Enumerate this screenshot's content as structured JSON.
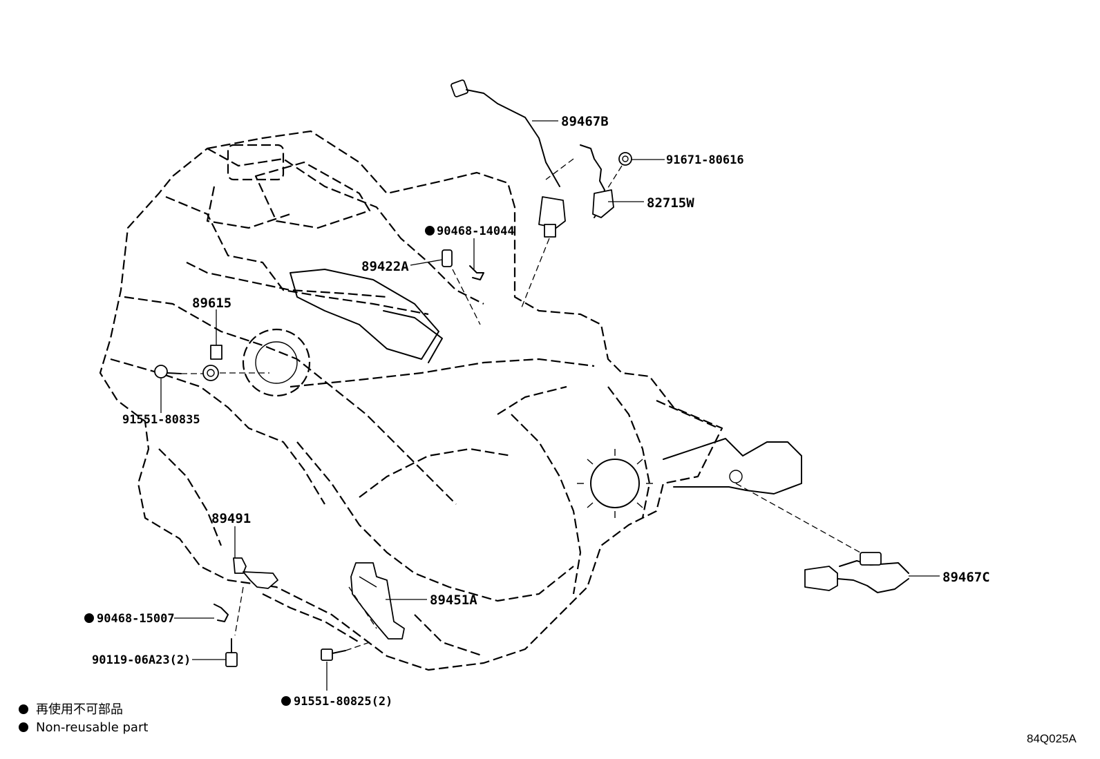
{
  "parts": [
    {
      "id": "p89467B",
      "number": "89467B",
      "non_reusable": false
    },
    {
      "id": "p91671",
      "number": "91671-80616",
      "non_reusable": false
    },
    {
      "id": "p82715W",
      "number": "82715W",
      "non_reusable": false
    },
    {
      "id": "p90468a",
      "number": "90468-14044",
      "non_reusable": true
    },
    {
      "id": "p89422A",
      "number": "89422A",
      "non_reusable": false
    },
    {
      "id": "p89615",
      "number": "89615",
      "non_reusable": false
    },
    {
      "id": "p91551a",
      "number": "91551-80835",
      "non_reusable": false
    },
    {
      "id": "p89491",
      "number": "89491",
      "non_reusable": false
    },
    {
      "id": "p90468b",
      "number": "90468-15007",
      "non_reusable": true
    },
    {
      "id": "p90119",
      "number": "90119-06A23(2)",
      "non_reusable": false
    },
    {
      "id": "p89451A",
      "number": "89451A",
      "non_reusable": false
    },
    {
      "id": "p91551b",
      "number": "91551-80825(2)",
      "non_reusable": true
    },
    {
      "id": "p89467C",
      "number": "89467C",
      "non_reusable": false
    }
  ],
  "legend": {
    "japanese": "再使用不可部品",
    "english": "Non-reusable part"
  },
  "diagram_code": "84Q025A"
}
